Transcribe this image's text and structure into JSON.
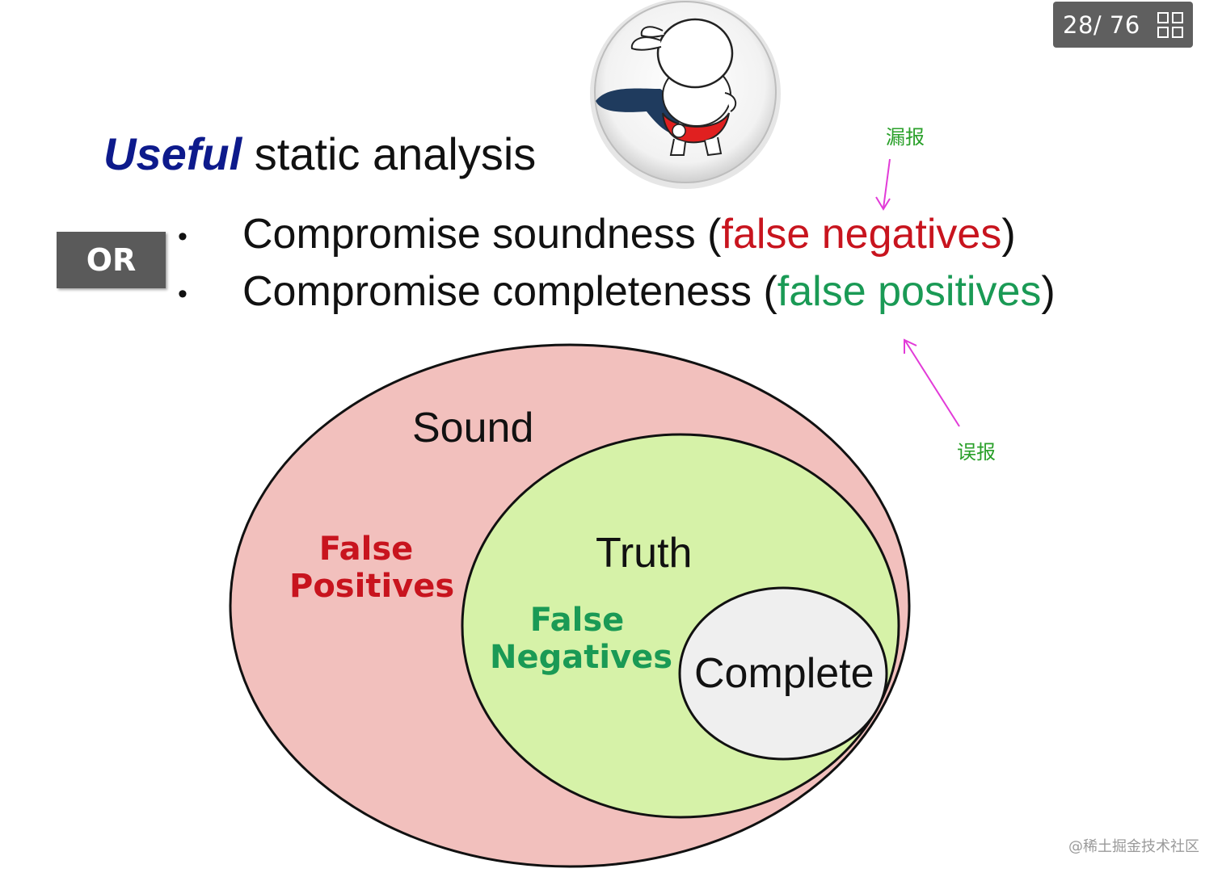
{
  "page_counter": {
    "text": "28/ 76"
  },
  "title": {
    "emphasis": "Useful",
    "rest": " static analysis"
  },
  "or_badge": "OR",
  "bullets": [
    {
      "prefix": "Compromise soundness (",
      "highlight": "false negatives",
      "suffix": ")",
      "highlight_color": "#c8141e"
    },
    {
      "prefix": "Compromise completeness (",
      "highlight": "false positives",
      "suffix": ")",
      "highlight_color": "#1a9a55"
    }
  ],
  "annotations": {
    "missed_report": "漏报",
    "false_report": "误报"
  },
  "diagram": {
    "sound_label": "Sound",
    "truth_label": "Truth",
    "complete_label": "Complete",
    "false_positives_label": "False\nPositives",
    "false_negatives_label": "False\nNegatives",
    "colors": {
      "sound": "#f2c0bd",
      "truth": "#d6f2a8",
      "complete": "#efefef",
      "false_positives_text": "#c8141e",
      "false_negatives_text": "#1a9a55",
      "arrow": "#e23bd8"
    }
  },
  "watermark": "@稀土掘金技术社区"
}
